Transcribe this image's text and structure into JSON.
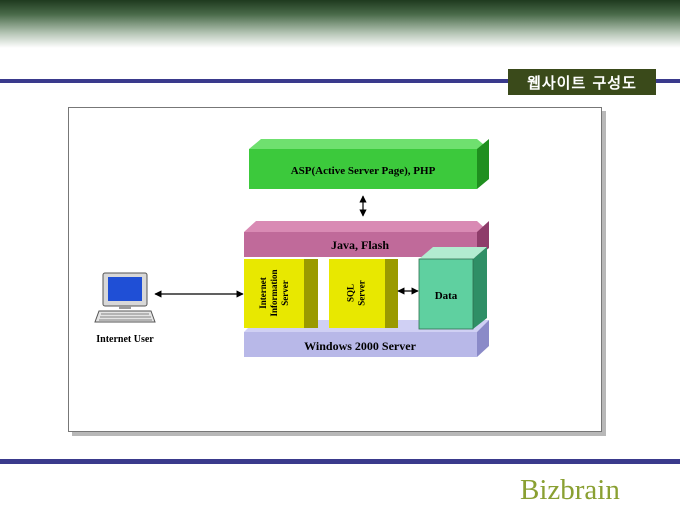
{
  "slide": {
    "title": "웹사이트 구성도",
    "brand": "Bizbrain"
  },
  "diagram": {
    "top_layer": "ASP(Active Server Page), PHP",
    "middle_layer": "Java,  Flash",
    "iis_lines": [
      "Internet",
      "Information",
      "Server"
    ],
    "sql_lines": [
      "SQL",
      "Server"
    ],
    "data_label": "Data",
    "base_layer": "Windows 2000 Server",
    "user_label": "Internet User",
    "colors": {
      "asp": "#3cc93c",
      "java": "#c06a9a",
      "server": "#e8e800",
      "data": "#5fd0a0",
      "base": "#b8b8e8"
    }
  }
}
